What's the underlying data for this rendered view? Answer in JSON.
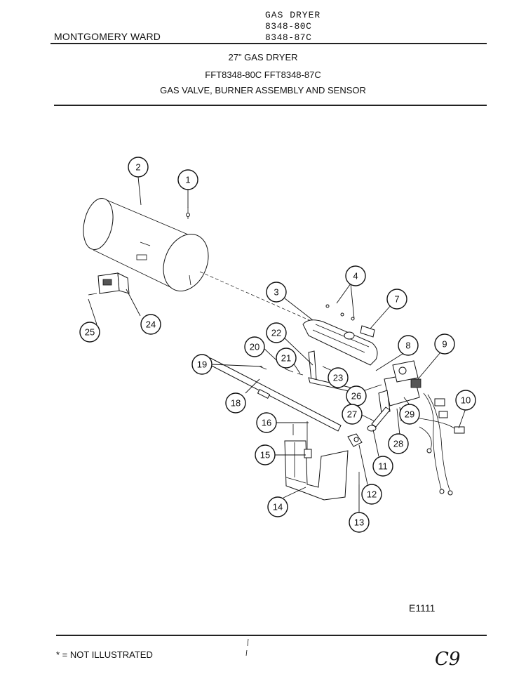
{
  "header": {
    "brand": "MONTGOMERY WARD",
    "doc_title": "GAS DRYER",
    "model_a": "8348-80C",
    "model_b": "8348-87C"
  },
  "subtitles": {
    "line1": "27\" GAS DRYER",
    "line2": "FFT8348-80C  FFT8348-87C",
    "line3": "GAS VALVE, BURNER ASSEMBLY AND SENSOR"
  },
  "callouts": [
    "1",
    "2",
    "3",
    "4",
    "7",
    "8",
    "9",
    "10",
    "11",
    "12",
    "13",
    "14",
    "15",
    "16",
    "18",
    "19",
    "20",
    "21",
    "22",
    "23",
    "24",
    "25",
    "26",
    "27",
    "28",
    "29"
  ],
  "footer": {
    "code": "E1111",
    "footnote": "* = NOT ILLUSTRATED",
    "page_number": "C9"
  }
}
